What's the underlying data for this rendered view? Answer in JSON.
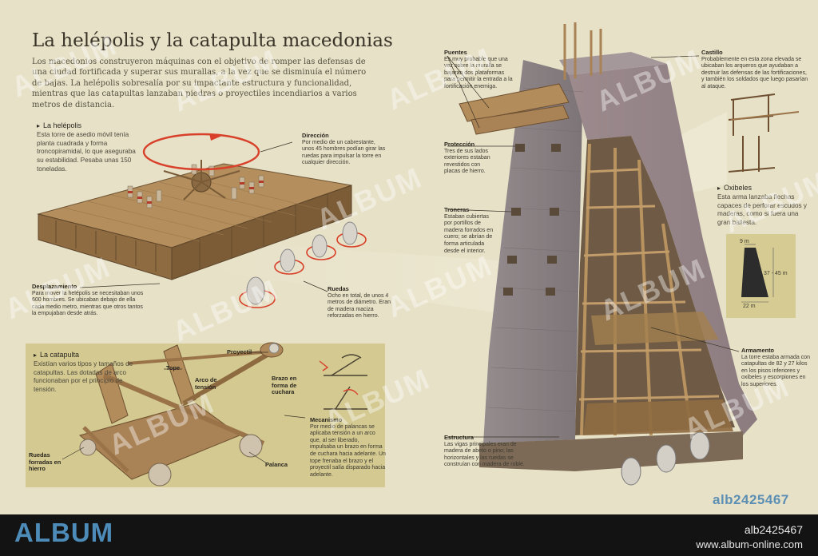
{
  "header": {
    "title": "La helépolis y la catapulta macedonias",
    "intro": "Los macedonios construyeron máquinas con el objetivo de romper las defensas de una ciudad fortificada y superar sus murallas, a la vez que se disminuía el número de bajas. La helépolis sobresalía por su impactante estructura y funcionalidad, mientras que las catapultas lanzaban piedras o proyectiles incendiarios a varios metros de distancia."
  },
  "sections": {
    "helepolis": {
      "heading": "La helépolis",
      "text": "Esta torre de asedio móvil tenía planta cuadrada y forma troncopiramidal, lo que aseguraba su estabilidad. Pesaba unas 150 toneladas."
    },
    "catapulta": {
      "heading": "La catapulta",
      "text": "Existían varios tipos y tamaños de catapultas. Las dotadas de arco funcionaban por el principio de tensión."
    },
    "oxibeles": {
      "heading": "Oxibeles",
      "text": "Esta arma lanzaba flechas capaces de perforar escudos y maderas, como si fuera una gran ballesta."
    }
  },
  "callouts": {
    "direccion": {
      "title": "Dirección",
      "text": "Por medio de un cabrestante, unos 45 hombres podían girar las ruedas para impulsar la torre en cualquier dirección."
    },
    "desplazamiento": {
      "title": "Desplazamiento",
      "text": "Para mover la helépolis se necesitaban unos 600 hombres. Se ubicaban debajo de ella cada medio metro, mientras que otros tantos la empujaban desde atrás."
    },
    "ruedas": {
      "title": "Ruedas",
      "text": "Ocho en total, de unos 4 metros de diámetro. Eran de madera maciza reforzadas en hierro."
    },
    "puentes": {
      "title": "Puentes",
      "text": "Es muy probable que una vez sobre la muralla se bajaran dos plataformas para permitir la entrada a la fortificación enemiga."
    },
    "castillo": {
      "title": "Castillo",
      "text": "Probablemente en esta zona elevada se ubicaban los arqueros que ayudaban a destruir las defensas de las fortificaciones, y también los soldados que luego pasarían al ataque."
    },
    "proteccion": {
      "title": "Protección",
      "text": "Tres de sus lados exteriores estaban revestidos con placas de hierro."
    },
    "troneras": {
      "title": "Troneras",
      "text": "Estaban cubiertas por portillos de madera forrados en cuero; se abrían de forma articulada desde el interior."
    },
    "armamento": {
      "title": "Armamento",
      "text": "La torre estaba armada con catapultas de 82 y 27 kilos en los pisos inferiores y oxibeles y escorpiones en los superiores."
    },
    "estructura": {
      "title": "Estructura",
      "text": "Las vigas principales eran de madera de abeto o pino; las horizontales y las ruedas se construían con madera de roble."
    },
    "mecanismo": {
      "title": "Mecanismo",
      "text": "Por medio de palancas se aplicaba tensión a un arco que, al ser liberado, impulsaba un brazo en forma de cuchara hacia adelante. Un tope frenaba el brazo y el proyectil salía disparado hacia adelante."
    }
  },
  "catapult_labels": {
    "proyectil": "Proyectil",
    "tope": "Tope",
    "arco": "Arco de tensión",
    "brazo": "Brazo en forma de cuchara",
    "ruedas": "Ruedas forradas en hierro",
    "palanca": "Palanca"
  },
  "dimensions": {
    "top": "9 m",
    "height": "37 - 45 m",
    "base": "22 m"
  },
  "watermark": "ALBUM",
  "image_code": "alb2425467",
  "footer": {
    "brand": "ALBUM",
    "id": "alb2425467",
    "url": "www.album-online.com"
  },
  "colors": {
    "background": "#e7e1c8",
    "panel": "#d3c991",
    "stone": "#8d8487",
    "wood": "#a98255",
    "accent_red": "#d8402a",
    "brand_blue": "#4d8cb9",
    "footer": "#131313"
  }
}
